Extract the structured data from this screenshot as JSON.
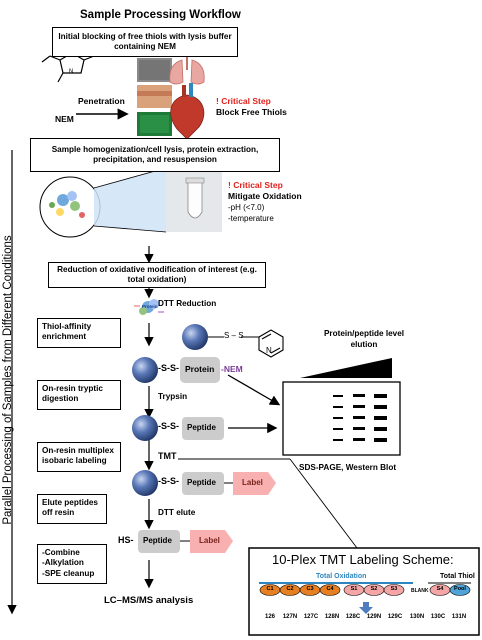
{
  "title": "Sample Processing Workflow",
  "vertical_label": "Parallel Processing of Samples from Different Conditions",
  "steps": {
    "blocking": "Initial blocking of free thiols with lysis buffer containing NEM",
    "homogenization": "Sample homogenization/cell lysis, protein extraction, precipitation, and resuspension",
    "reduction": "Reduction of oxidative modification of interest (e.g. total oxidation)"
  },
  "labels": {
    "nem": "NEM",
    "penetration": "Penetration",
    "critical1_mark": "! Critical Step",
    "critical1_text": "Block Free Thiols",
    "critical2_mark": "! Critical Step",
    "critical2_text": "Mitigate Oxidation",
    "critical2_ph": "-pH (<7.0)",
    "critical2_temp": "-temperature",
    "dtt_reduction": "DTT Reduction",
    "protein_small": "Protein",
    "ss1": "S – S",
    "ss2": "-S-S-",
    "ss3": "-S-S-",
    "ss4": "-S-S-",
    "protein": "Protein",
    "nem_suffix": "-NEM",
    "trypsin": "Trypsin",
    "peptide1": "Peptide",
    "peptide2": "Peptide",
    "label1": "Label",
    "tmt": "TMT",
    "dtt_elute": "DTT elute",
    "hs": "HS-",
    "peptide3": "Peptide",
    "label2": "Label",
    "lcms": "LC–MS/MS analysis",
    "elution_title": "Protein/peptide level elution",
    "sds": "SDS-PAGE, Western Blot",
    "n_atom": "N"
  },
  "side_boxes": [
    "Thiol-affinity enrichment",
    "On-resin tryptic digestion",
    "On-resin multiplex isobaric labeling",
    "Elute peptides off resin",
    "-Combine\n-Alkylation\n-SPE cleanup"
  ],
  "tmt_scheme": {
    "title": "10-Plex TMT Labeling Scheme:",
    "total_oxidation": "Total Oxidation",
    "total_thiol": "Total Thiol",
    "blank": "BLANK",
    "channels": [
      {
        "label": "C1",
        "color": "#e67e22"
      },
      {
        "label": "C2",
        "color": "#e67e22"
      },
      {
        "label": "C3",
        "color": "#e67e22"
      },
      {
        "label": "C4",
        "color": "#e67e22"
      },
      {
        "label": "S1",
        "color": "#f4a6a6"
      },
      {
        "label": "S2",
        "color": "#f4a6a6"
      },
      {
        "label": "S3",
        "color": "#f4a6a6"
      },
      {
        "label": "S4",
        "color": "#f4a6a6"
      },
      {
        "label": "Pool",
        "color": "#4fa3d8"
      }
    ],
    "tags": [
      "126",
      "127N",
      "127C",
      "128N",
      "128C",
      "129N",
      "129C",
      "130N",
      "130C",
      "131N"
    ]
  },
  "colors": {
    "critical": "#e0211d",
    "nem_text": "#7d3c98",
    "resin": "#3f5f9f",
    "label_fill": "#f8b0b0",
    "peptide_fill": "#cccccc"
  }
}
